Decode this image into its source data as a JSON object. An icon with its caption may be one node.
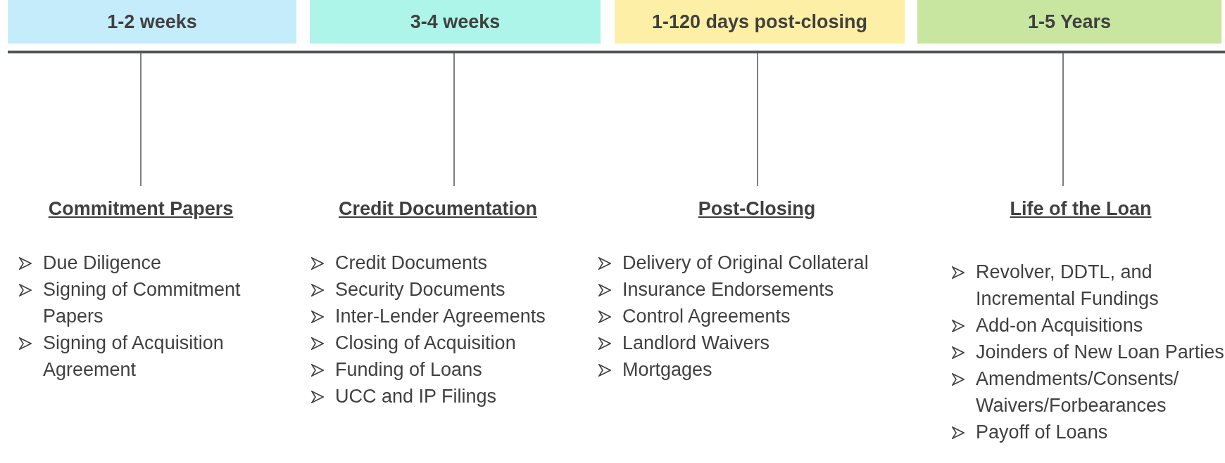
{
  "diagram": {
    "nodes": [
      {
        "text": [
          "1-2 weeks"
        ]
      },
      {
        "text": [
          "3-4 weeks"
        ]
      },
      {
        "text": [
          "1-120 days post-closing"
        ]
      },
      {
        "text": [
          "1-5 Years"
        ]
      }
    ],
    "labels": [
      "Commitment Papers",
      "Due Diligence",
      "Signing of Commitment Papers",
      "Signing of Acquisition Agreement",
      "Credit Documentation",
      "Credit Documents",
      "Security Documents",
      "Inter-Lender Agreements",
      "Closing of Acquisition",
      "Funding of Loans",
      "UCC and IP Filings",
      "Post-Closing",
      "Delivery of Original Collateral",
      "Insurance Endorsements",
      "Control Agreements",
      "Landlord Waivers",
      "Mortgages",
      "Life of the Loan",
      "Revolver, DDTL, and Incremental Fundings",
      "Add-on Acquisitions",
      "Joinders of New Loan Parties",
      "Amendments/Consents/ Waivers/Forbearances",
      "Payoff of Loans"
    ]
  }
}
